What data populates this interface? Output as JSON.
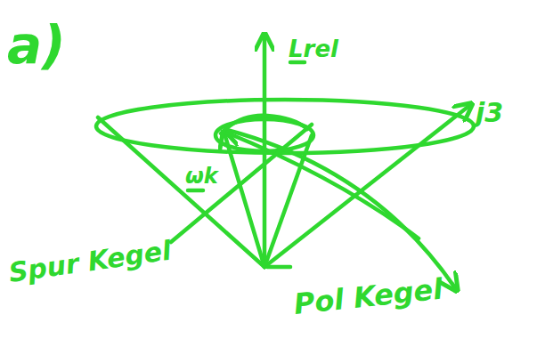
{
  "diagram": {
    "labels": [
      "a)",
      "Lrel",
      "j3",
      "ωk",
      "Spur Kegel",
      "Pol Kegel"
    ]
  }
}
